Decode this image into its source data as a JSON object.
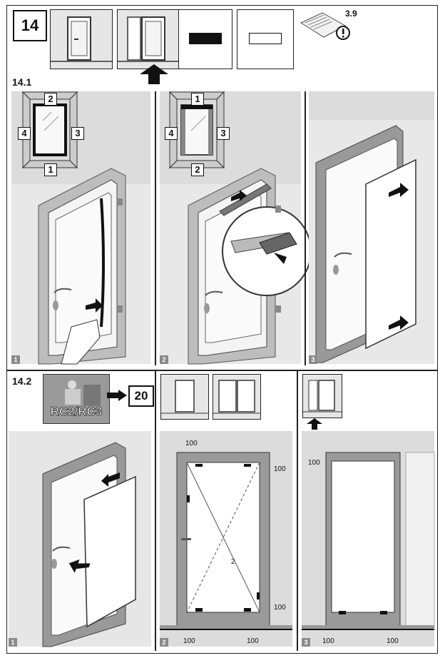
{
  "header": {
    "step_number": "14",
    "manual_ref": "3.9"
  },
  "section_1": {
    "label": "14.1",
    "glass_labels_a": {
      "top": "2",
      "bottom": "1",
      "left": "4",
      "right": "3"
    },
    "glass_labels_b": {
      "top": "1",
      "bottom": "2",
      "left": "4",
      "right": "3"
    },
    "steps": [
      "1",
      "2",
      "3"
    ]
  },
  "section_2": {
    "label": "14.2",
    "rc_label": "RC2/RC3",
    "goto_ref": "20",
    "steps": [
      "1",
      "2",
      "3"
    ],
    "dimensions": {
      "top": "100",
      "right_top": "100",
      "right_bottom": "100",
      "bottom_a": "100",
      "bottom_b": "100",
      "bottom_c": "100",
      "bottom_d": "100",
      "panel3_top": "100",
      "diag_note": "2"
    }
  },
  "icons": {
    "book": "manual-book-icon",
    "warning": "exclamation-circle-icon",
    "arrow": "black-arrow-icon"
  }
}
